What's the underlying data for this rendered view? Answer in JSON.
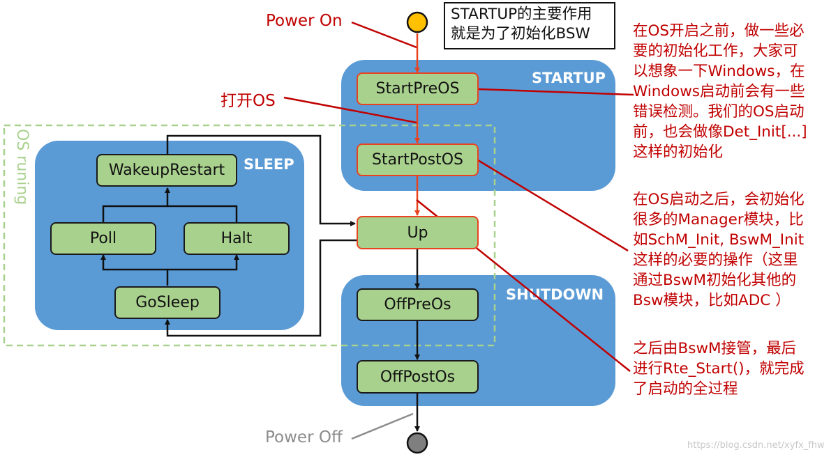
{
  "labels": {
    "power_on": "Power On",
    "power_off": "Power Off",
    "open_os": "打开OS",
    "os_running": "OS runing",
    "startup": "STARTUP",
    "sleep": "SLEEP",
    "shutdown": "SHUTDOWN"
  },
  "states": {
    "start_pre_os": "StartPreOS",
    "start_post_os": "StartPostOS",
    "up": "Up",
    "off_pre_os": "OffPreOs",
    "off_post_os": "OffPostOs",
    "wakeup_restart": "WakeupRestart",
    "poll": "Poll",
    "halt": "Halt",
    "go_sleep": "GoSleep"
  },
  "note": {
    "line1": "STARTUP的主要作用",
    "line2": "就是为了初始化BSW"
  },
  "annotations": {
    "pre_os": [
      "在OS开启之前，做一些必",
      "要的初始化工作，大家可",
      "以想象一下Windows，在",
      "Windows启动前会有一些",
      "错误检测。我们的OS启动",
      "前，也会做像Det_Init[...]",
      "这样的初始化"
    ],
    "post_os": [
      "在OS启动之后，会初始化",
      "很多的Manager模块，比",
      "如SchM_Init, BswM_Init",
      "这样的必要的操作（这里",
      "通过BswM初始化其他的",
      "Bsw模块，比如ADC ）"
    ],
    "bswm": [
      "之后由BswM接管，最后",
      "进行Rte_Start()，就完成",
      "了启动的全过程"
    ]
  },
  "watermark": "https://blog.csdn.net/xyfx_fhw",
  "colors": {
    "group_fill": "#5b9bd5",
    "state_fill": "#a9d18e",
    "highlight_border": "#e8431f",
    "annotation_text": "#c00000",
    "power_on_dot": "#ffc000",
    "power_off_dot": "#7f7f7f",
    "os_running_border": "#a9d18e"
  }
}
